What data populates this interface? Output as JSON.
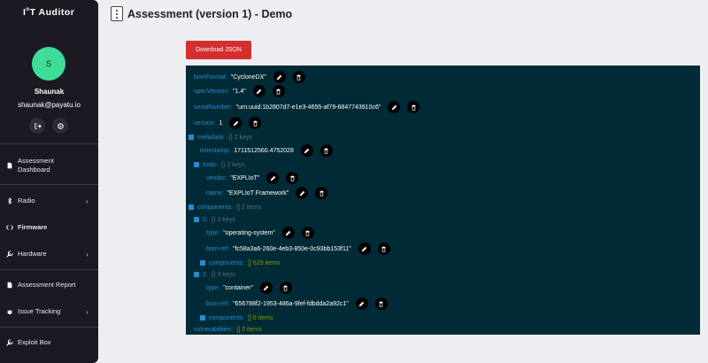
{
  "app": {
    "logo_a": "I",
    "logo_b": "T Auditor"
  },
  "user": {
    "initial": "S",
    "name": "Shaunak",
    "email": "shaunak@payatu.io"
  },
  "nav": [
    {
      "label": "Assessment Dashboard",
      "icon": "document-icon",
      "chevron": ""
    },
    {
      "label": "Radio",
      "icon": "bluetooth-icon",
      "chevron": "›"
    },
    {
      "label": "Firmware",
      "icon": "code-icon",
      "chevron": ""
    },
    {
      "label": "Hardware",
      "icon": "wrench-icon",
      "chevron": "›"
    },
    {
      "label": "Assessment Report",
      "icon": "report-icon",
      "chevron": ""
    },
    {
      "label": "Issue Tracking",
      "icon": "bug-icon",
      "chevron": "›"
    },
    {
      "label": "Exploit Box",
      "icon": "tools-icon",
      "chevron": ""
    }
  ],
  "header": {
    "title": "Assessment (version 1) - Demo"
  },
  "download_label": "Download JSON",
  "json": {
    "bomFormat": {
      "key": "bomFormat:",
      "value": "\"CycloneDX\""
    },
    "specVersion": {
      "key": "specVersion:",
      "value": "\"1.4\""
    },
    "serialNumber": {
      "key": "serialNumber:",
      "value": "\"urn:uuid:1b2807d7-e1e3-4655-af79-6847743910c6\""
    },
    "version": {
      "key": "version:",
      "value": "1"
    },
    "metadata": {
      "key": "metadata:",
      "meta": "{}  2 keys"
    },
    "timestamp": {
      "key": "timestamp:",
      "value": "1711512560.4752028"
    },
    "tools": {
      "key": "tools:",
      "meta": "{}  2 keys"
    },
    "vendor": {
      "key": "vendor:",
      "value": "\"EXPLIoT\""
    },
    "toolname": {
      "key": "name:",
      "value": "\"EXPLIoT Framework\""
    },
    "components": {
      "key": "components:",
      "meta": "[]  2 items"
    },
    "c0": {
      "key": "0:",
      "meta": "{}  3 keys"
    },
    "c0type": {
      "key": "type:",
      "value": "\"operating-system\""
    },
    "c0ref": {
      "key": "bom-ref:",
      "value": "\"fc58a3a6-260e-4eb3-850e-0c93bb153f11\""
    },
    "c0comp": {
      "key": "components:",
      "meta": "[]  629 items"
    },
    "c1": {
      "key": "1:",
      "meta": "{}  3 keys"
    },
    "c1type": {
      "key": "type:",
      "value": "\"container\""
    },
    "c1ref": {
      "key": "bom-ref:",
      "value": "\"656788f2-1953-486a-9fef-fdbdda2a92c1\""
    },
    "c1comp": {
      "key": "components:",
      "meta": "[]  6 items"
    },
    "vulns": {
      "key": "vulnerabilities:",
      "meta": "[]  0 items"
    }
  }
}
